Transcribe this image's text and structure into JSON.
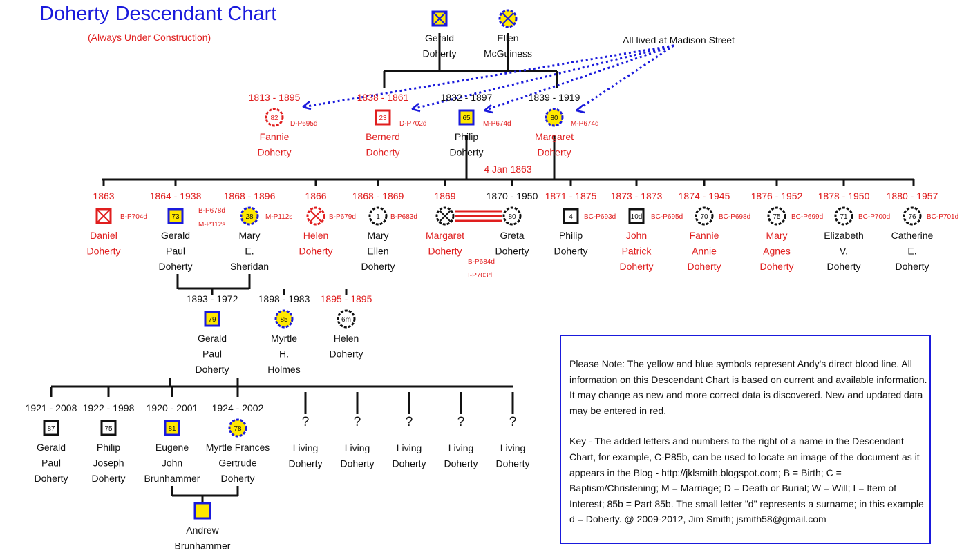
{
  "title": "Doherty Descendant Chart",
  "subtitle": "(Always Under Construction)",
  "annotation": "All lived at Madison Street",
  "colors": {
    "red": "#e01e1e",
    "blue": "#1a1adc",
    "yellow": "#ffe800",
    "black": "#111111"
  },
  "note": {
    "paragraph1": "Please Note:  The yellow and blue symbols represent Andy's direct blood line.  All information on this Descendant Chart is based on current and available information.  It may change as new and more correct data is discovered.  New and updated data may be entered in red.",
    "paragraph2": "Key - The added letters and numbers to the right of a name in the Descendant Chart, for example, C-P85b, can be used to locate an image of the document as it appears in the Blog - http://jklsmith.blogspot.com; B = Birth; C = Baptism/Christening; M = Marriage; D = Death or Burial; W = Will; I = Item of Interest; 85b = Part 85b.  The small letter \"d\" represents a surname; in this example d = Doherty.  @ 2009-2012, Jim Smith; jsmith58@gmail.com"
  },
  "marriage_date": "4 Jan 1863",
  "people": [
    {
      "id": "gerald_sr",
      "name": [
        "Gerald",
        "Doherty"
      ],
      "years": "",
      "age": "",
      "shape": "square",
      "style": "blue",
      "crossed": true,
      "ref": ""
    },
    {
      "id": "ellen",
      "name": [
        "Ellen",
        "McGuiness"
      ],
      "years": "",
      "age": "",
      "shape": "circle",
      "style": "blue",
      "crossed": true,
      "ref": ""
    },
    {
      "id": "fannie1",
      "name": [
        "Fannie",
        "Doherty"
      ],
      "years": "1813 - 1895",
      "age": "82",
      "shape": "circle",
      "style": "red",
      "crossed": false,
      "ref": "D-P695d"
    },
    {
      "id": "bernerd",
      "name": [
        "Bernerd",
        "Doherty"
      ],
      "years": "1838 - 1861",
      "age": "23",
      "shape": "square",
      "style": "red",
      "crossed": false,
      "ref": "D-P702d"
    },
    {
      "id": "philip1",
      "name": [
        "Philip",
        "Doherty"
      ],
      "years": "1832 - 1897",
      "age": "65",
      "shape": "square",
      "style": "blue",
      "crossed": false,
      "ref": "M-P674d"
    },
    {
      "id": "margaret1",
      "name": [
        "Margaret",
        "Doherty"
      ],
      "years": "1839 - 1919",
      "age": "80",
      "shape": "circle",
      "style": "blue",
      "crossed": false,
      "ref": "M-P674d"
    },
    {
      "id": "daniel",
      "name": [
        "Daniel",
        "Doherty"
      ],
      "years": "1863",
      "age": "",
      "shape": "square",
      "style": "red",
      "crossed": true,
      "ref": "B-P704d"
    },
    {
      "id": "gerald_p1",
      "name": [
        "Gerald",
        "Paul",
        "Doherty"
      ],
      "years": "1864 - 1938",
      "age": "73",
      "shape": "square",
      "style": "blue",
      "crossed": false,
      "ref": "B-P678d\nM-P112s"
    },
    {
      "id": "mary_s",
      "name": [
        "Mary",
        "E.",
        "Sheridan"
      ],
      "years": "1868 - 1896",
      "age": "28",
      "shape": "circle",
      "style": "blue",
      "crossed": false,
      "ref": "M-P112s"
    },
    {
      "id": "helen1",
      "name": [
        "Helen",
        "Doherty"
      ],
      "years": "1866",
      "age": "",
      "shape": "circle",
      "style": "red",
      "crossed": true,
      "ref": "B-P679d"
    },
    {
      "id": "mary_ellen",
      "name": [
        "Mary",
        "Ellen",
        "Doherty"
      ],
      "years": "1868 - 1869",
      "age": "1",
      "shape": "circle",
      "style": "black",
      "crossed": false,
      "ref": "B-P683d"
    },
    {
      "id": "margaret2",
      "name": [
        "Margaret",
        "Doherty"
      ],
      "years": "1869",
      "age": "",
      "shape": "circle",
      "style": "black",
      "crossed": true,
      "ref": "B-P684d\nI-P703d"
    },
    {
      "id": "greta",
      "name": [
        "Greta",
        "Doherty"
      ],
      "years": "1870 - 1950",
      "age": "80",
      "shape": "circle",
      "style": "black",
      "crossed": false,
      "ref": ""
    },
    {
      "id": "philip2",
      "name": [
        "Philip",
        "Doherty"
      ],
      "years": "1871 - 1875",
      "age": "4",
      "shape": "square",
      "style": "black",
      "crossed": false,
      "ref": "BC-P693d"
    },
    {
      "id": "john",
      "name": [
        "John",
        "Patrick",
        "Doherty"
      ],
      "years": "1873 - 1873",
      "age": "10d",
      "shape": "square",
      "style": "black",
      "crossed": false,
      "ref": "BC-P695d"
    },
    {
      "id": "fannie2",
      "name": [
        "Fannie",
        "Annie",
        "Doherty"
      ],
      "years": "1874 - 1945",
      "age": "70",
      "shape": "circle",
      "style": "black",
      "crossed": false,
      "ref": "BC-P698d"
    },
    {
      "id": "mary_agnes",
      "name": [
        "Mary",
        "Agnes",
        "Doherty"
      ],
      "years": "1876 - 1952",
      "age": "75",
      "shape": "circle",
      "style": "black",
      "crossed": false,
      "ref": "BC-P699d"
    },
    {
      "id": "elizabeth",
      "name": [
        "Elizabeth",
        "V.",
        "Doherty"
      ],
      "years": "1878 - 1950",
      "age": "71",
      "shape": "circle",
      "style": "black",
      "crossed": false,
      "ref": "BC-P700d"
    },
    {
      "id": "catherine",
      "name": [
        "Catherine",
        "E.",
        "Doherty"
      ],
      "years": "1880 - 1957",
      "age": "76",
      "shape": "circle",
      "style": "black",
      "crossed": false,
      "ref": "BC-P701d"
    },
    {
      "id": "gerald_p2",
      "name": [
        "Gerald",
        "Paul",
        "Doherty"
      ],
      "years": "1893 - 1972",
      "age": "79",
      "shape": "square",
      "style": "blue",
      "crossed": false,
      "ref": ""
    },
    {
      "id": "myrtle",
      "name": [
        "Myrtle",
        "H.",
        "Holmes"
      ],
      "years": "1898 - 1983",
      "age": "85",
      "shape": "circle",
      "style": "blue",
      "crossed": false,
      "ref": ""
    },
    {
      "id": "helen2",
      "name": [
        "Helen",
        "Doherty"
      ],
      "years": "1895 - 1895",
      "age": "6m",
      "shape": "circle",
      "style": "black",
      "crossed": false,
      "ref": ""
    },
    {
      "id": "gerald_p3",
      "name": [
        "Gerald",
        "Paul",
        "Doherty"
      ],
      "years": "1921 - 2008",
      "age": "87",
      "shape": "square",
      "style": "black",
      "crossed": false,
      "ref": ""
    },
    {
      "id": "philip3",
      "name": [
        "Philip",
        "Joseph",
        "Doherty"
      ],
      "years": "1922 - 1998",
      "age": "75",
      "shape": "square",
      "style": "black",
      "crossed": false,
      "ref": ""
    },
    {
      "id": "eugene",
      "name": [
        "Eugene",
        "John",
        "Brunhammer"
      ],
      "years": "1920 - 2001",
      "age": "81",
      "shape": "square",
      "style": "blue",
      "crossed": false,
      "ref": ""
    },
    {
      "id": "myrtle_f",
      "name": [
        "Myrtle Frances",
        "Gertrude",
        "Doherty"
      ],
      "years": "1924 - 2002",
      "age": "78",
      "shape": "circle",
      "style": "blue",
      "crossed": false,
      "ref": ""
    },
    {
      "id": "living1",
      "name": [
        "Living",
        "Doherty"
      ],
      "years": "",
      "age": "?",
      "shape": "none",
      "style": "black",
      "crossed": false,
      "ref": ""
    },
    {
      "id": "living2",
      "name": [
        "Living",
        "Doherty"
      ],
      "years": "",
      "age": "?",
      "shape": "none",
      "style": "black",
      "crossed": false,
      "ref": ""
    },
    {
      "id": "living3",
      "name": [
        "Living",
        "Doherty"
      ],
      "years": "",
      "age": "?",
      "shape": "none",
      "style": "black",
      "crossed": false,
      "ref": ""
    },
    {
      "id": "living4",
      "name": [
        "Living",
        "Doherty"
      ],
      "years": "",
      "age": "?",
      "shape": "none",
      "style": "black",
      "crossed": false,
      "ref": ""
    },
    {
      "id": "living5",
      "name": [
        "Living",
        "Doherty"
      ],
      "years": "",
      "age": "?",
      "shape": "none",
      "style": "black",
      "crossed": false,
      "ref": ""
    },
    {
      "id": "andrew",
      "name": [
        "Andrew",
        "Brunhammer"
      ],
      "years": "",
      "age": "",
      "shape": "square",
      "style": "blue",
      "crossed": false,
      "ref": ""
    }
  ]
}
